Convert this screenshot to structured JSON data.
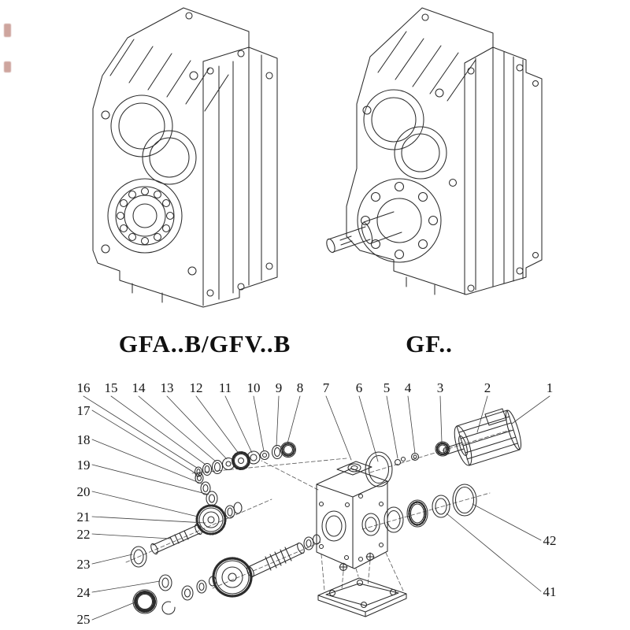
{
  "page": {
    "background": "#ffffff",
    "line_color": "#2b2b2b",
    "text_color": "#141414"
  },
  "products": [
    {
      "label": "GFA..B/GFV..B"
    },
    {
      "label": "GF.."
    }
  ],
  "exploded": {
    "callouts_top": [
      "16",
      "15",
      "14",
      "13",
      "12",
      "11",
      "10",
      "9",
      "8",
      "7",
      "6",
      "5",
      "4",
      "3",
      "2",
      "1"
    ],
    "callouts_left": [
      "17",
      "18",
      "19",
      "20",
      "21",
      "22",
      "23",
      "24",
      "25"
    ],
    "callouts_right": [
      "42",
      "41"
    ]
  }
}
